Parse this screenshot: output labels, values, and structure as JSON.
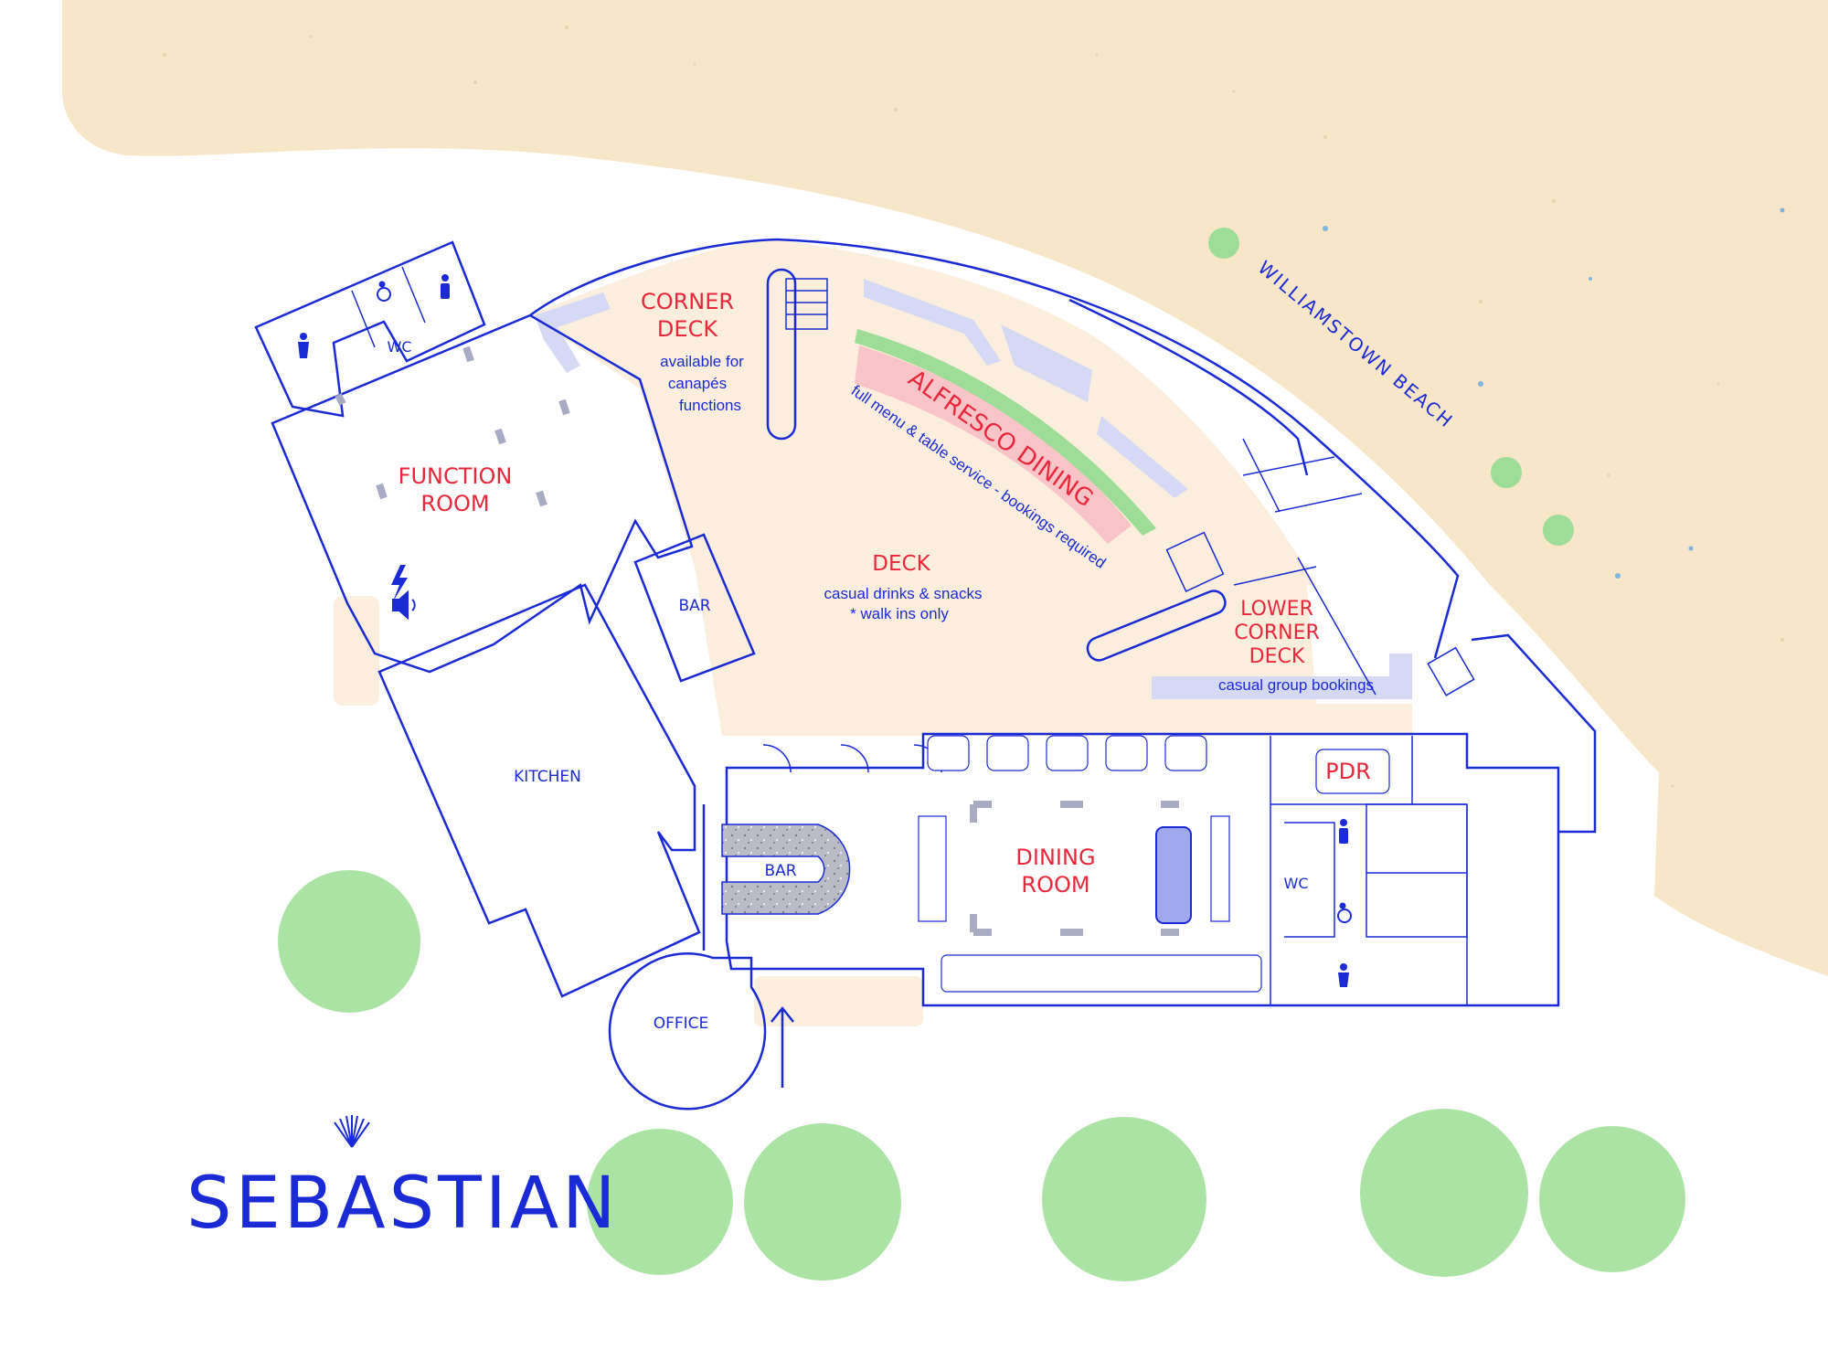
{
  "brand": {
    "name": "SEBASTIAN"
  },
  "beach": {
    "label": "WILLIAMSTOWN BEACH"
  },
  "rooms": {
    "corner_deck": {
      "title_line1": "CORNER",
      "title_line2": "DECK",
      "note_line1": "available for",
      "note_line2": "canapés",
      "note_line3": "functions"
    },
    "alfresco": {
      "title": "ALFRESCO DINING",
      "note": "full menu & table service - bookings required"
    },
    "deck": {
      "title": "DECK",
      "note_line1": "casual drinks & snacks",
      "note_line2": "* walk ins only"
    },
    "lower_corner_deck": {
      "title_line1": "LOWER",
      "title_line2": "CORNER",
      "title_line3": "DECK",
      "note": "casual group bookings"
    },
    "function_room": {
      "title_line1": "FUNCTION",
      "title_line2": "ROOM"
    },
    "wc_top": {
      "label": "WC"
    },
    "bar_upper": {
      "label": "BAR"
    },
    "kitchen": {
      "label": "KITCHEN"
    },
    "bar_lower": {
      "label": "BAR"
    },
    "dining_room": {
      "title_line1": "DINING",
      "title_line2": "ROOM"
    },
    "pdr": {
      "label": "PDR"
    },
    "wc_right": {
      "label": "WC"
    },
    "office": {
      "label": "OFFICE"
    }
  },
  "icons": [
    "female-icon",
    "accessible-icon",
    "male-icon",
    "power-icon",
    "speaker-icon",
    "entrance-arrow-icon",
    "shell-logo-icon"
  ],
  "colors": {
    "line": "#1a2bd6",
    "label_red": "#e8283a",
    "sand": "#f7e6c8",
    "deck": "#fbeedc",
    "alfresco": "#f9c4c8",
    "planter": "#9ddd97",
    "tree": "#abe3a5",
    "lavender": "#d6d9f5"
  }
}
